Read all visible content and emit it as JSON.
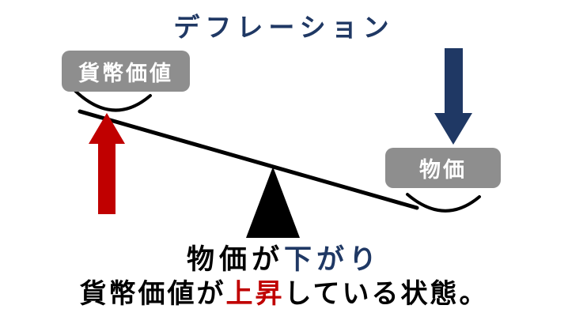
{
  "title": "デフレーション",
  "boxes": {
    "left_label": "貨幣価値",
    "right_label": "物価"
  },
  "caption": {
    "line1": {
      "part_black": "物価が",
      "part_navy": "下がり"
    },
    "line2": {
      "part_black1": "貨幣価値が",
      "part_red": "上昇",
      "part_black2": "している状態。"
    }
  },
  "colors": {
    "navy": "#1f3864",
    "red": "#c00000",
    "box_gray": "#8e8e8e",
    "line_black": "#000000",
    "background": "#ffffff"
  }
}
